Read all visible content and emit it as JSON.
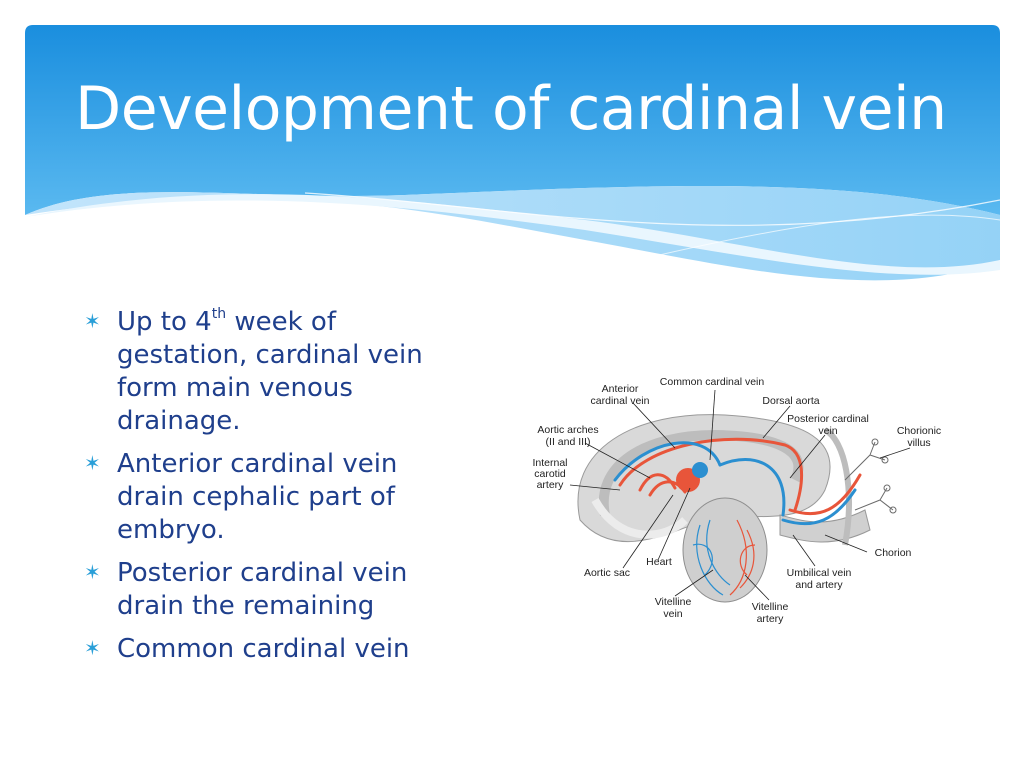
{
  "slide": {
    "title": "Development of cardinal vein",
    "bullet_icon": "asterisk-bullet-icon",
    "bullets": [
      {
        "pre": "Up to 4",
        "sup": "th",
        "post": " week of gestation, cardinal vein form main venous drainage."
      },
      {
        "text": "Anterior cardinal vein drain cephalic part of embryo."
      },
      {
        "text": "Posterior cardinal vein drain the remaining"
      },
      {
        "text": "Common cardinal vein"
      }
    ]
  },
  "figure": {
    "labels": {
      "anterior": [
        "Anterior",
        "cardinal vein"
      ],
      "common": "Common cardinal vein",
      "dorsal": "Dorsal aorta",
      "posterior": [
        "Posterior cardinal",
        "vein"
      ],
      "aortic_arches": [
        "Aortic arches",
        "(II and III)"
      ],
      "internal": [
        "Internal",
        "carotid",
        "artery"
      ],
      "chorionic": [
        "Chorionic",
        "villus"
      ],
      "chorion": "Chorion",
      "heart": "Heart",
      "aortic_sac": "Aortic sac",
      "umbilical": [
        "Umbilical vein",
        "and artery"
      ],
      "vitelline_vein": [
        "Vitelline",
        "vein"
      ],
      "vitelline_artery": [
        "Vitelline",
        "artery"
      ]
    }
  },
  "colors": {
    "banner_top": "#1a8ede",
    "banner_bottom": "#4ab2ee",
    "title": "#ffffff",
    "bullet_text": "#1f3f8c",
    "bullet_marker": "#2a9fd8",
    "artery": "#e8553a",
    "vein": "#2b8fd0"
  }
}
